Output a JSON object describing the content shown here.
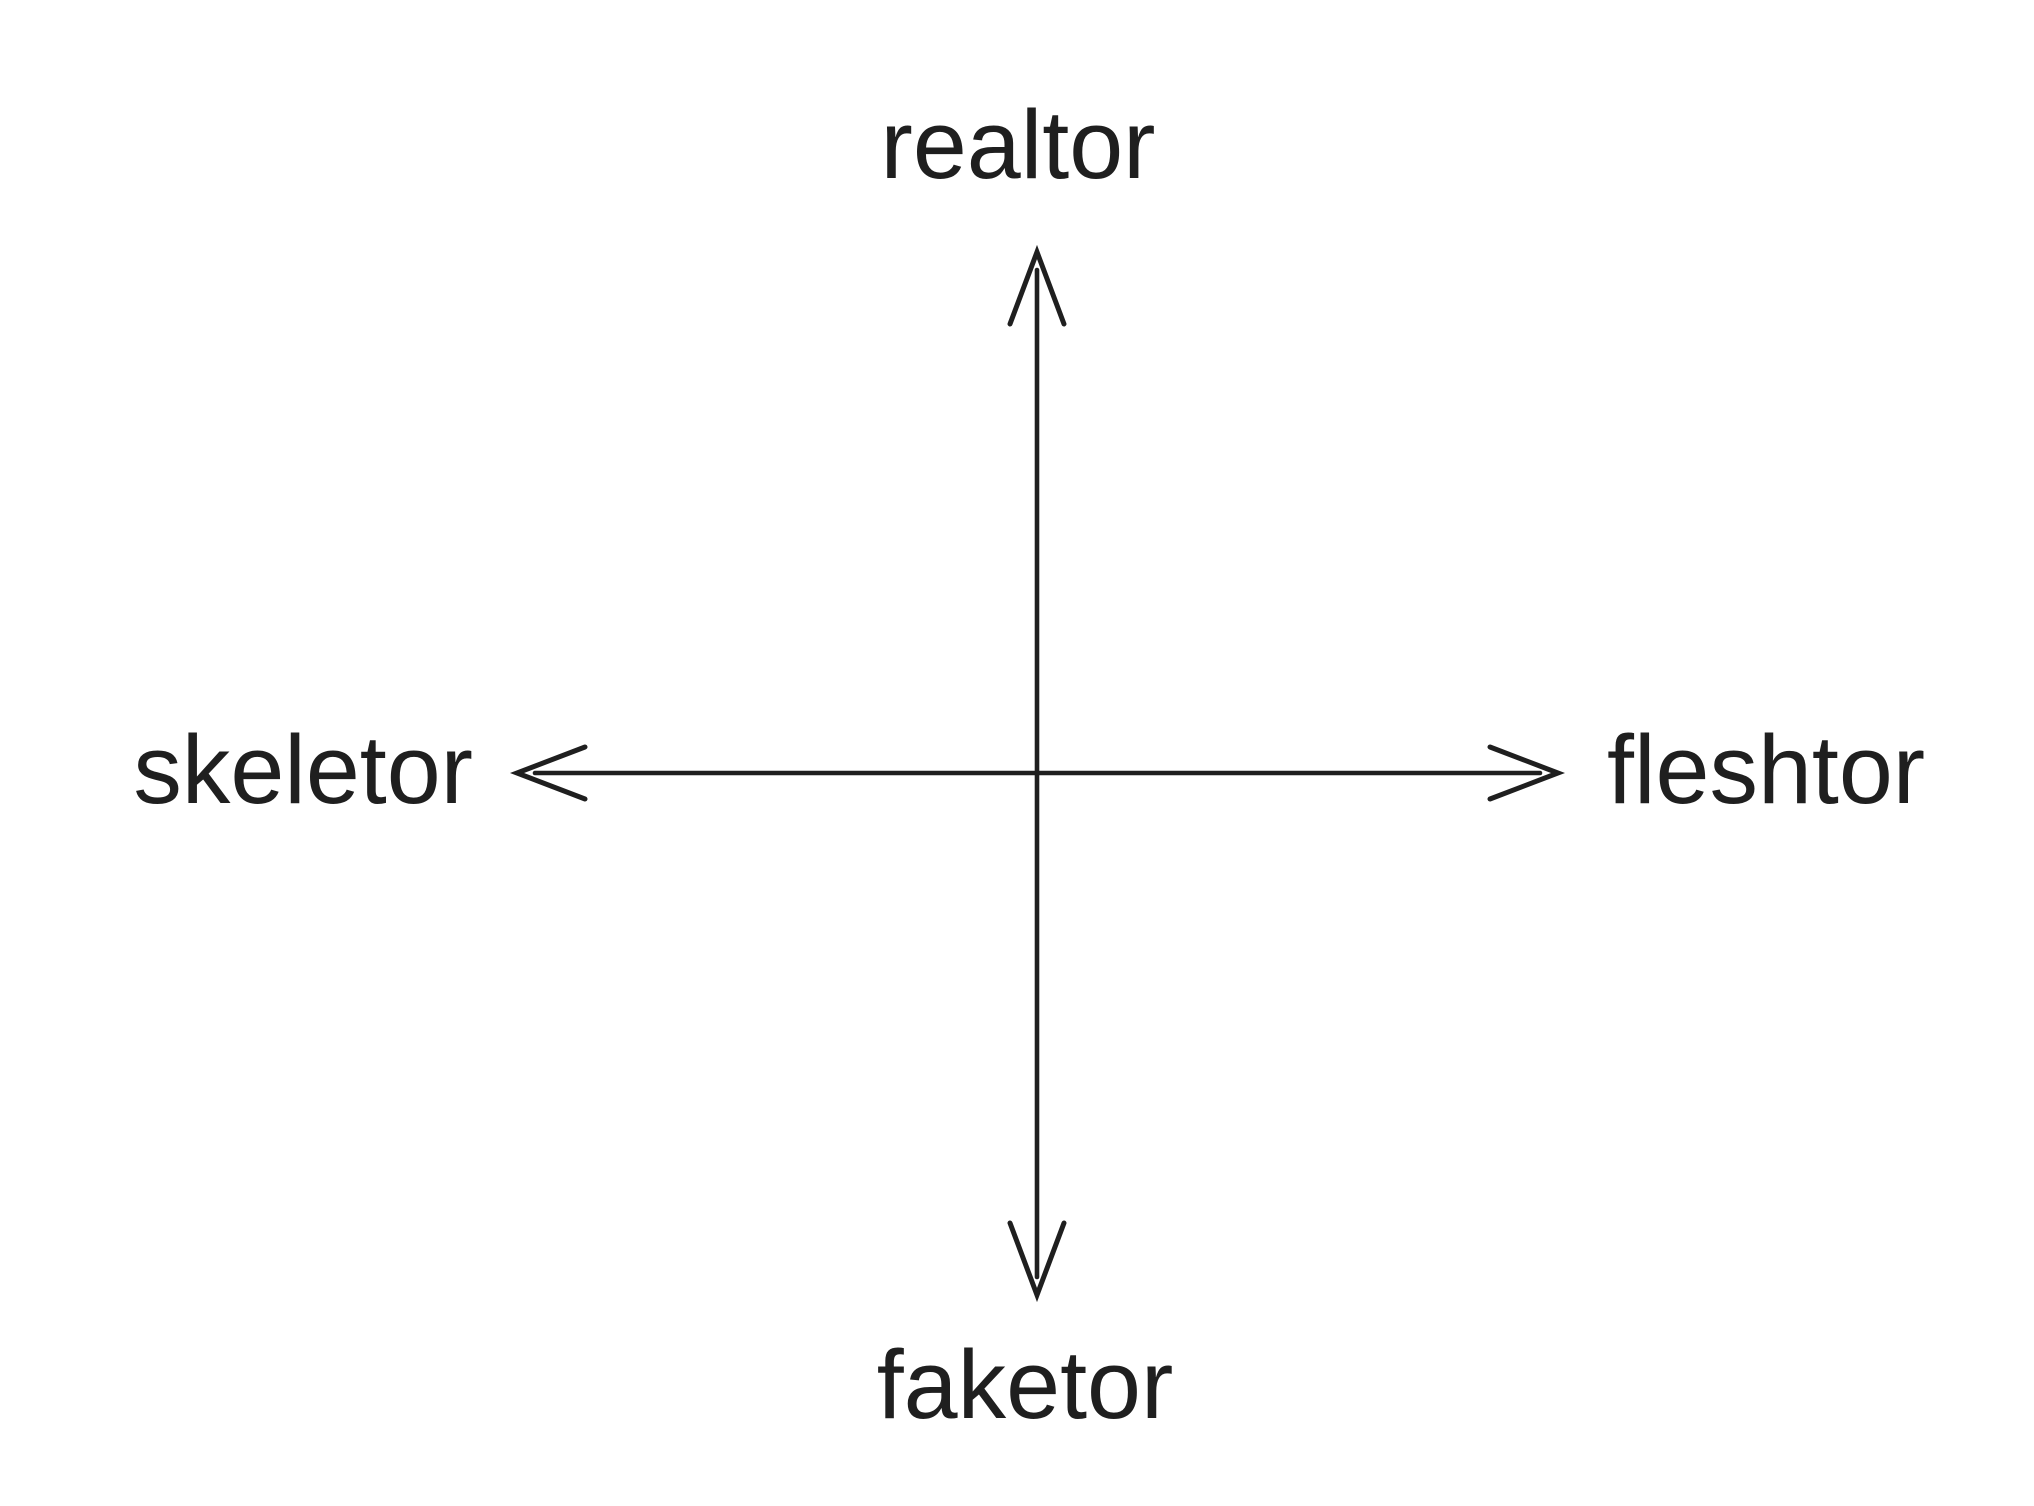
{
  "diagram": {
    "type": "axis-cross",
    "labels": {
      "top": "realtor",
      "bottom": "faketor",
      "left": "skeletor",
      "right": "fleshtor"
    },
    "axes": {
      "vertical": {
        "positive_end": "realtor",
        "negative_end": "faketor"
      },
      "horizontal": {
        "positive_end": "fleshtor",
        "negative_end": "skeletor"
      }
    },
    "colors": {
      "ink": "#1f1f1f",
      "background": "#ffffff"
    }
  }
}
